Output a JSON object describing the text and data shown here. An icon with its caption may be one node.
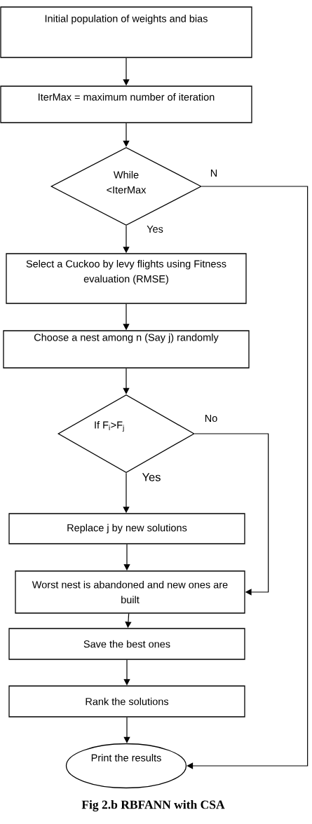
{
  "diagram": {
    "caption": "Fig 2.b RBFANN with CSA",
    "nodes": [
      {
        "text": [
          "Initial population of weights and bias"
        ]
      },
      {
        "text": [
          "IterMax = maximum number of iteration"
        ]
      },
      {
        "text": [
          "While <IterMax"
        ]
      },
      {
        "text": [
          "Select a Cuckoo by levy flights using Fitness evaluation (RMSE)"
        ]
      },
      {
        "text": [
          "Choose a nest among n (Say j) randomly"
        ]
      },
      {
        "text": [
          "If F$_{i}$>F$_{j}$"
        ]
      },
      {
        "text": [
          "Replace j by new solutions"
        ]
      },
      {
        "text": [
          "Worst nest is abandoned and new ones are built"
        ]
      },
      {
        "text": [
          "Save the best ones"
        ]
      },
      {
        "text": [
          "Rank the solutions"
        ]
      },
      {
        "text": [
          "Print the results"
        ]
      }
    ],
    "edges": [
      {
        "from": 0,
        "to": 1,
        "arrow": "to"
      },
      {
        "from": 1,
        "to": 2,
        "arrow": "to"
      },
      {
        "from": 2,
        "to": 3,
        "arrow": "to",
        "label": "Yes"
      },
      {
        "from": 2,
        "to": 10,
        "arrow": "to",
        "label": "N"
      },
      {
        "from": 3,
        "to": 4,
        "arrow": "to"
      },
      {
        "from": 4,
        "to": 5,
        "arrow": "to"
      },
      {
        "from": 5,
        "to": 6,
        "arrow": "to",
        "label": "Yes"
      },
      {
        "from": 5,
        "to": 7,
        "arrow": "to",
        "label": "No"
      },
      {
        "from": 6,
        "to": 7,
        "arrow": "to"
      },
      {
        "from": 7,
        "to": 8,
        "arrow": "to"
      },
      {
        "from": 8,
        "to": 9,
        "arrow": "to"
      },
      {
        "from": 9,
        "to": 10,
        "arrow": "to"
      }
    ]
  }
}
